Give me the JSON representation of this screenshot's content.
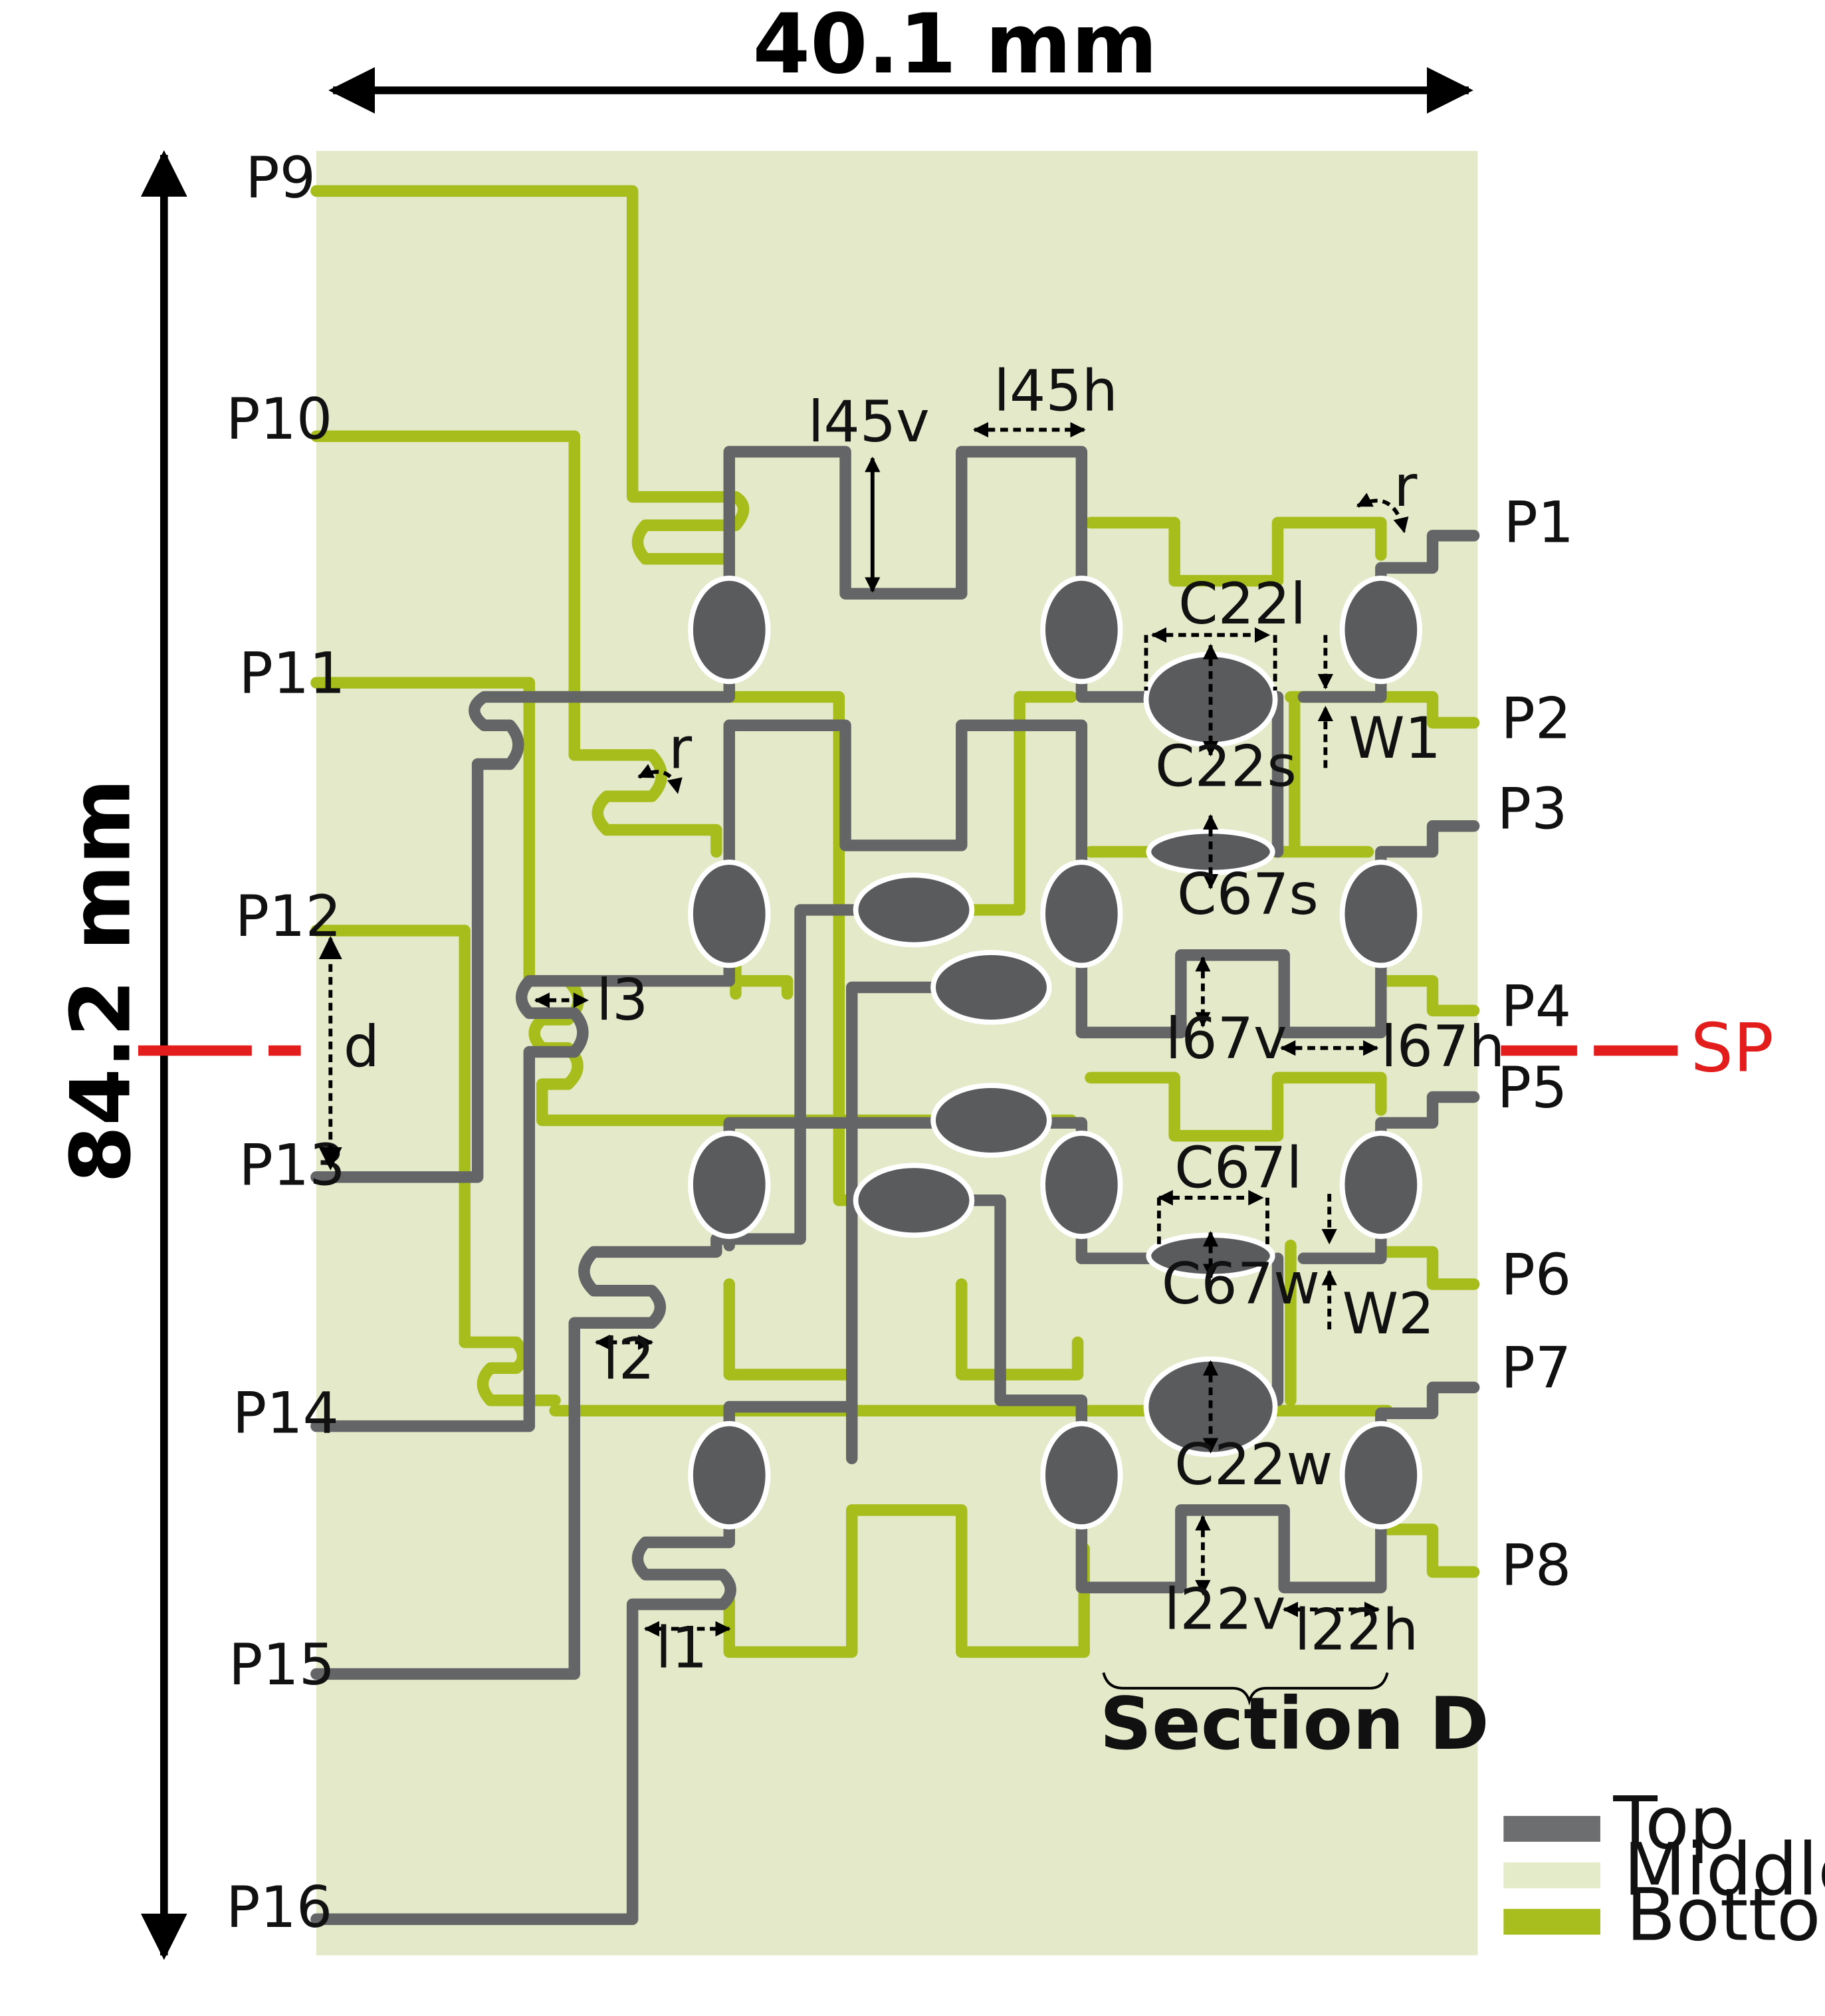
{
  "dimensions": {
    "width_label": "40.1 mm",
    "height_label": "84.2 mm"
  },
  "ports": [
    "P1",
    "P2",
    "P3",
    "P4",
    "P5",
    "P6",
    "P7",
    "P8",
    "P9",
    "P10",
    "P11",
    "P12",
    "P13",
    "P14",
    "P15",
    "P16"
  ],
  "parameters": {
    "l45v": "l45v",
    "l45h": "l45h",
    "r_top": "r",
    "r_left": "r",
    "C22l": "C22l",
    "C22s": "C22s",
    "W1": "W1",
    "C67s": "C67s",
    "l67v": "l67v",
    "l67h": "l67h",
    "l3": "l3",
    "d": "d",
    "C67l": "C67l",
    "C67w": "C67w",
    "W2": "W2",
    "l2": "l2",
    "C22w": "C22w",
    "l22v": "l22v",
    "l22h": "l22h",
    "l1": "l1"
  },
  "symmetry_plane": "SP",
  "section_label": "Section D",
  "legend": [
    {
      "label": "Top",
      "color": "#6d6e70"
    },
    {
      "label": "Middle",
      "color": "#e4ebc8"
    },
    {
      "label": "Bottom",
      "color": "#a8be1e"
    }
  ],
  "colors": {
    "top": "#646567",
    "middle": "#e3e9c9",
    "bottom": "#a6bd1c",
    "sp": "#e31c1c"
  }
}
